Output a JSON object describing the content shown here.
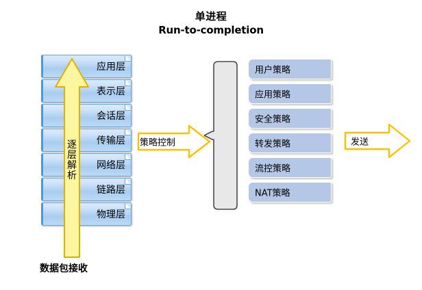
{
  "title": {
    "line1": "单进程",
    "line2": "Run-to-completion"
  },
  "colors": {
    "layer_box_fill_top": "#dbeafc",
    "layer_box_fill_bottom": "#a8cdf0",
    "layer_box_border": "#6aa6da",
    "policy_box_fill": "#b4c7e7",
    "arrow_yellow_fill": "#fdf6a0",
    "arrow_yellow_border": "#ffc000",
    "brace_fill": "#e8e8e8",
    "brace_border": "#3f3f3f",
    "background": "#ffffff"
  },
  "osi_stack": {
    "name": "osi-layer-stack",
    "layers": [
      {
        "label": "应用层"
      },
      {
        "label": "表示层"
      },
      {
        "label": "会话层"
      },
      {
        "label": "传输层"
      },
      {
        "label": "网络层"
      },
      {
        "label": "链路层"
      },
      {
        "label": "物理层"
      }
    ]
  },
  "up_arrow": {
    "name": "layer-by-layer-parse-arrow",
    "label_chars": [
      "逐",
      "层",
      "解",
      "析"
    ],
    "label_full": "逐层解析",
    "direction": "up"
  },
  "bottom_caption": {
    "label": "数据包接收"
  },
  "mid_arrow": {
    "name": "policy-control-arrow",
    "label": "策略控制",
    "direction": "right"
  },
  "brace": {
    "name": "policy-group-brace"
  },
  "policy_stack": {
    "name": "policy-list",
    "policies": [
      {
        "label": "用户策略"
      },
      {
        "label": "应用策略"
      },
      {
        "label": "安全策略"
      },
      {
        "label": "转发策略"
      },
      {
        "label": "流控策略"
      },
      {
        "label": "NAT策略"
      }
    ]
  },
  "send_arrow": {
    "name": "send-arrow",
    "label": "发送",
    "direction": "right"
  }
}
